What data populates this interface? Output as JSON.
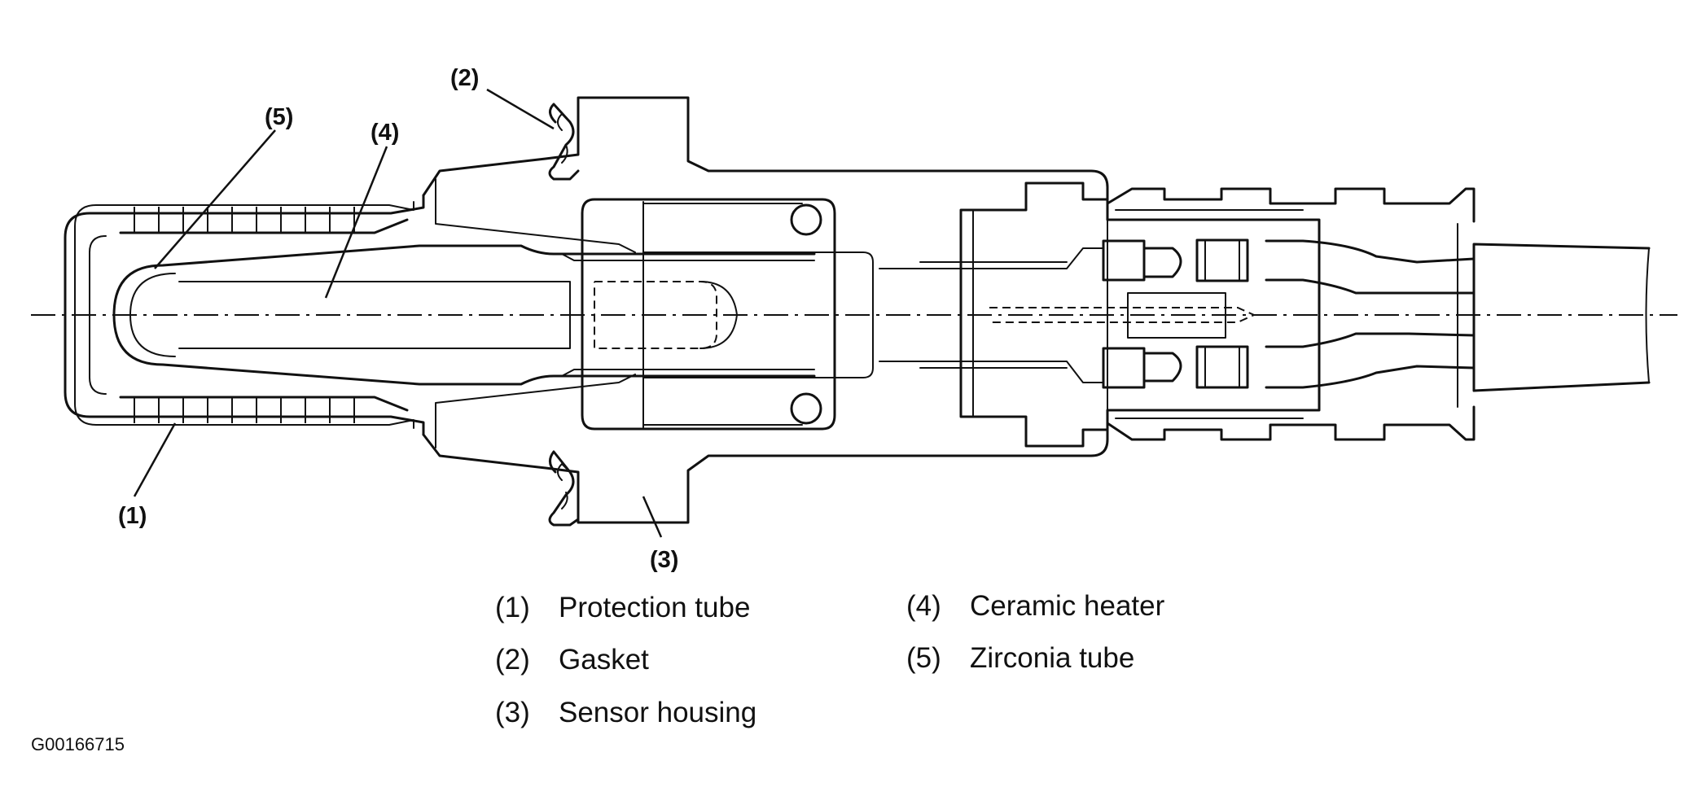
{
  "callouts": [
    "(1)",
    "(2)",
    "(3)",
    "(4)",
    "(5)"
  ],
  "legend": [
    {
      "num": "(1)",
      "text": "Protection tube"
    },
    {
      "num": "(2)",
      "text": "Gasket"
    },
    {
      "num": "(3)",
      "text": "Sensor housing"
    },
    {
      "num": "(4)",
      "text": "Ceramic heater"
    },
    {
      "num": "(5)",
      "text": "Zirconia tube"
    }
  ],
  "figure_id": "G00166715"
}
